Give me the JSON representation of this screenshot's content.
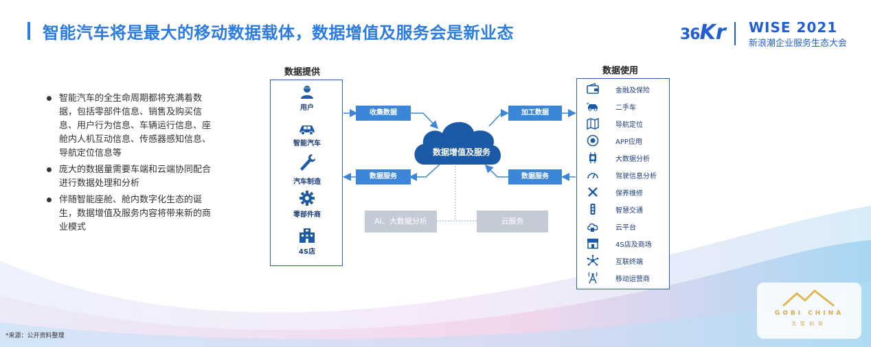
{
  "header": {
    "title": "智能汽车将是最大的移动数据载体，数据增值及服务会是新业态",
    "logo_36kr_number": "36",
    "logo_36kr_letters": "Kr",
    "wise_title": "WISE 2021",
    "wise_subtitle": "新浪潮企业服务生态大会"
  },
  "bullets": [
    "智能汽车的全生命周期都将充满着数据，包括零部件信息、销售及购买信息、用户行为信息、车辆运行信息、座舱内人机互动信息、传感器感知信息、导航定位信息等",
    "庞大的数据量需要车端和云端协同配合进行数据处理和分析",
    "伴随智能座舱、舱内数字化生态的诞生，数据增值及服务内容将带来新的商业模式"
  ],
  "diagram": {
    "provider_title": "数据提供",
    "user_title": "数据使用",
    "providers": [
      {
        "label": "用户",
        "icon": "person-icon"
      },
      {
        "label": "智能汽车",
        "icon": "car-icon"
      },
      {
        "label": "汽车制造",
        "icon": "wrench-icon"
      },
      {
        "label": "零部件商",
        "icon": "gear-icon"
      },
      {
        "label": "4S店",
        "icon": "building-icon"
      }
    ],
    "users": [
      {
        "label": "金融及保险",
        "icon": "wallet-icon"
      },
      {
        "label": "二手车",
        "icon": "used-car-icon"
      },
      {
        "label": "导航定位",
        "icon": "map-icon"
      },
      {
        "label": "APP应用",
        "icon": "app-icon"
      },
      {
        "label": "大数据分析",
        "icon": "chip-icon"
      },
      {
        "label": "驾驶信息分析",
        "icon": "speedometer-icon"
      },
      {
        "label": "保养维修",
        "icon": "tools-icon"
      },
      {
        "label": "智慧交通",
        "icon": "traffic-light-icon"
      },
      {
        "label": "云平台",
        "icon": "cloud-platform-icon"
      },
      {
        "label": "4S店及商场",
        "icon": "store-icon"
      },
      {
        "label": "互联终端",
        "icon": "network-icon"
      },
      {
        "label": "移动运营商",
        "icon": "tower-icon"
      }
    ],
    "flow_collect": "收集数据",
    "flow_service_left": "数据服务",
    "flow_process": "加工数据",
    "flow_service_right": "数据服务",
    "cloud_label": "数据增值及服务",
    "ai_label": "AI、大数据分析",
    "cloud_service_label": "云服务",
    "colors": {
      "primary": "#2b7be0",
      "dark_blue": "#1b5aa6",
      "flow": "#3b86d8",
      "gray": "#c4cbd6"
    }
  },
  "footer": {
    "source": "*来源：公开资料整理",
    "gobi_name": "GOBI CHINA",
    "gobi_cn": "戈壁创投"
  }
}
